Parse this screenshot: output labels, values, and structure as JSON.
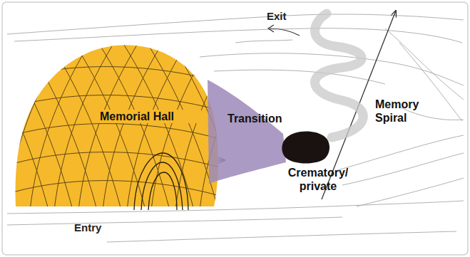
{
  "diagram": {
    "nodes": [
      {
        "text": [
          "Memorial Hall"
        ]
      },
      {
        "text": [
          "Transition"
        ]
      },
      {
        "text": [
          "Crematory/ private"
        ]
      },
      {
        "text": [
          "Memory Spiral"
        ]
      }
    ],
    "edges": [
      {
        "from": 0,
        "to": 1,
        "arrow": "to"
      },
      {
        "from": 2,
        "to": 3,
        "arrow": "to"
      }
    ],
    "labels": [
      "Exit",
      "Entry"
    ]
  }
}
